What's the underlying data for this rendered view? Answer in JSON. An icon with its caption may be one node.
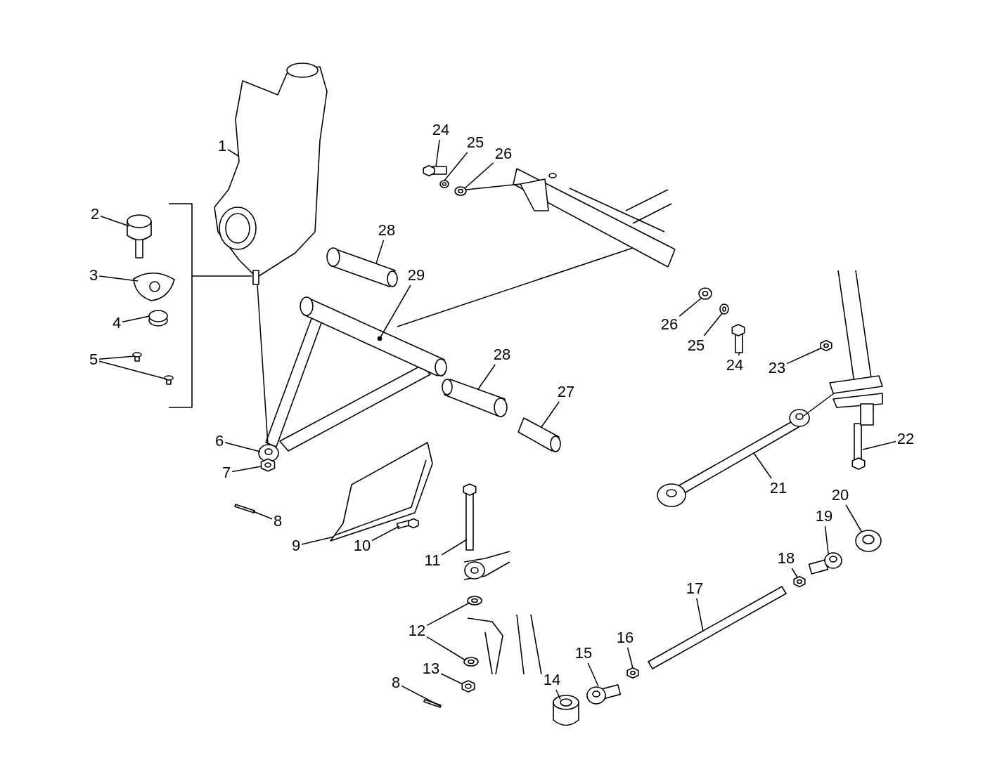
{
  "diagram": {
    "nodes": [
      {
        "text": [
          "1"
        ]
      },
      {
        "text": [
          "2"
        ]
      },
      {
        "text": [
          "3"
        ]
      },
      {
        "text": [
          "4"
        ]
      },
      {
        "text": [
          "5"
        ]
      },
      {
        "text": [
          "6"
        ]
      },
      {
        "text": [
          "7"
        ]
      },
      {
        "text": [
          "8"
        ]
      },
      {
        "text": [
          "9"
        ]
      },
      {
        "text": [
          "10"
        ]
      },
      {
        "text": [
          "11"
        ]
      },
      {
        "text": [
          "12"
        ]
      },
      {
        "text": [
          "13"
        ]
      },
      {
        "text": [
          "8"
        ]
      },
      {
        "text": [
          "14"
        ]
      },
      {
        "text": [
          "15"
        ]
      },
      {
        "text": [
          "16"
        ]
      },
      {
        "text": [
          "17"
        ]
      },
      {
        "text": [
          "18"
        ]
      },
      {
        "text": [
          "19"
        ]
      },
      {
        "text": [
          "20"
        ]
      },
      {
        "text": [
          "21"
        ]
      },
      {
        "text": [
          "22"
        ]
      },
      {
        "text": [
          "23"
        ]
      },
      {
        "text": [
          "24"
        ]
      },
      {
        "text": [
          "25"
        ]
      },
      {
        "text": [
          "26"
        ]
      },
      {
        "text": [
          "24"
        ]
      },
      {
        "text": [
          "25"
        ]
      },
      {
        "text": [
          "26"
        ]
      },
      {
        "text": [
          "28"
        ]
      },
      {
        "text": [
          "29"
        ]
      },
      {
        "text": [
          "28"
        ]
      },
      {
        "text": [
          "27"
        ]
      },
      {
        "text": [],
        "shape": "picture"
      },
      {
        "text": [],
        "shape": "picture"
      },
      {
        "text": [],
        "shape": "picture"
      },
      {
        "text": [],
        "shape": "circle"
      },
      {
        "text": [],
        "shape": "screw"
      },
      {
        "text": [],
        "shape": "screw"
      },
      {
        "text": [],
        "shape": "picture"
      },
      {
        "text": [],
        "shape": "picture"
      },
      {
        "text": [],
        "shape": "pin"
      },
      {
        "text": [],
        "shape": "picture"
      },
      {
        "text": [],
        "shape": "bolt"
      },
      {
        "text": [],
        "shape": "picture"
      },
      {
        "text": [],
        "shape": "picture"
      },
      {
        "text": [],
        "shape": "picture"
      },
      {
        "text": [],
        "shape": "picture"
      },
      {
        "text": [],
        "shape": "pin"
      },
      {
        "text": [],
        "shape": "cylinder"
      },
      {
        "text": [],
        "shape": "picture"
      },
      {
        "text": [],
        "shape": "picture"
      },
      {
        "text": [],
        "shape": "picture"
      },
      {
        "text": [],
        "shape": "picture"
      },
      {
        "text": [],
        "shape": "picture"
      },
      {
        "text": [],
        "shape": "picture"
      },
      {
        "text": [],
        "shape": "picture"
      },
      {
        "text": [],
        "shape": "picture"
      },
      {
        "text": [],
        "shape": "picture"
      },
      {
        "text": [],
        "shape": "picture"
      },
      {
        "text": [],
        "shape": "picture"
      },
      {
        "text": [],
        "shape": "picture"
      },
      {
        "text": [],
        "shape": "picture"
      },
      {
        "text": [],
        "shape": "picture"
      },
      {
        "text": [],
        "shape": "picture"
      },
      {
        "text": [],
        "shape": "picture"
      },
      {
        "text": [],
        "shape": "picture"
      },
      {
        "text": [],
        "shape": "picture"
      },
      {
        "text": [],
        "shape": "picture"
      },
      {
        "text": [],
        "shape": "picture"
      },
      {
        "text": [],
        "shape": "picture"
      }
    ],
    "edges": [
      {
        "from": 0,
        "to": 34,
        "arrow": "none"
      },
      {
        "from": 1,
        "to": 35,
        "arrow": "none"
      },
      {
        "from": 2,
        "to": 36,
        "arrow": "none"
      },
      {
        "from": 3,
        "to": 37,
        "arrow": "none"
      },
      {
        "from": 4,
        "to": 38,
        "arrow": "none"
      },
      {
        "from": 4,
        "to": 39,
        "arrow": "none"
      },
      {
        "from": 5,
        "to": 40,
        "arrow": "none"
      },
      {
        "from": 6,
        "to": 41,
        "arrow": "none"
      },
      {
        "from": 7,
        "to": 42,
        "arrow": "none"
      },
      {
        "from": 8,
        "to": 43,
        "arrow": "none"
      },
      {
        "from": 9,
        "to": 44,
        "arrow": "none"
      },
      {
        "from": 10,
        "to": 45,
        "arrow": "none"
      },
      {
        "from": 11,
        "to": 46,
        "arrow": "none"
      },
      {
        "from": 11,
        "to": 47,
        "arrow": "none"
      },
      {
        "from": 12,
        "to": 48,
        "arrow": "none"
      },
      {
        "from": 13,
        "to": 49,
        "arrow": "none"
      },
      {
        "from": 14,
        "to": 50,
        "arrow": "none"
      },
      {
        "from": 15,
        "to": 51,
        "arrow": "none"
      },
      {
        "from": 16,
        "to": 52,
        "arrow": "none"
      },
      {
        "from": 17,
        "to": 53,
        "arrow": "none"
      },
      {
        "from": 18,
        "to": 54,
        "arrow": "none"
      },
      {
        "from": 19,
        "to": 55,
        "arrow": "none"
      },
      {
        "from": 20,
        "to": 56,
        "arrow": "none"
      },
      {
        "from": 21,
        "to": 57,
        "arrow": "none"
      },
      {
        "from": 22,
        "to": 58,
        "arrow": "none"
      },
      {
        "from": 23,
        "to": 59,
        "arrow": "none"
      },
      {
        "from": 24,
        "to": 60,
        "arrow": "none"
      },
      {
        "from": 25,
        "to": 61,
        "arrow": "none"
      },
      {
        "from": 26,
        "to": 62,
        "arrow": "none"
      },
      {
        "from": 27,
        "to": 63,
        "arrow": "none"
      },
      {
        "from": 28,
        "to": 64,
        "arrow": "none"
      },
      {
        "from": 29,
        "to": 65,
        "arrow": "none"
      },
      {
        "from": 30,
        "to": 66,
        "arrow": "none"
      },
      {
        "from": 31,
        "to": 67,
        "arrow": "none"
      },
      {
        "from": 32,
        "to": 68,
        "arrow": "none"
      },
      {
        "from": 33,
        "to": 69,
        "arrow": "none"
      },
      {
        "from": 34,
        "to": 40,
        "arrow": "none"
      },
      {
        "from": 65,
        "to": 70,
        "arrow": "none"
      },
      {
        "from": 67,
        "to": 70,
        "arrow": "none"
      },
      {
        "from": 57,
        "to": 71,
        "arrow": "none"
      }
    ]
  }
}
